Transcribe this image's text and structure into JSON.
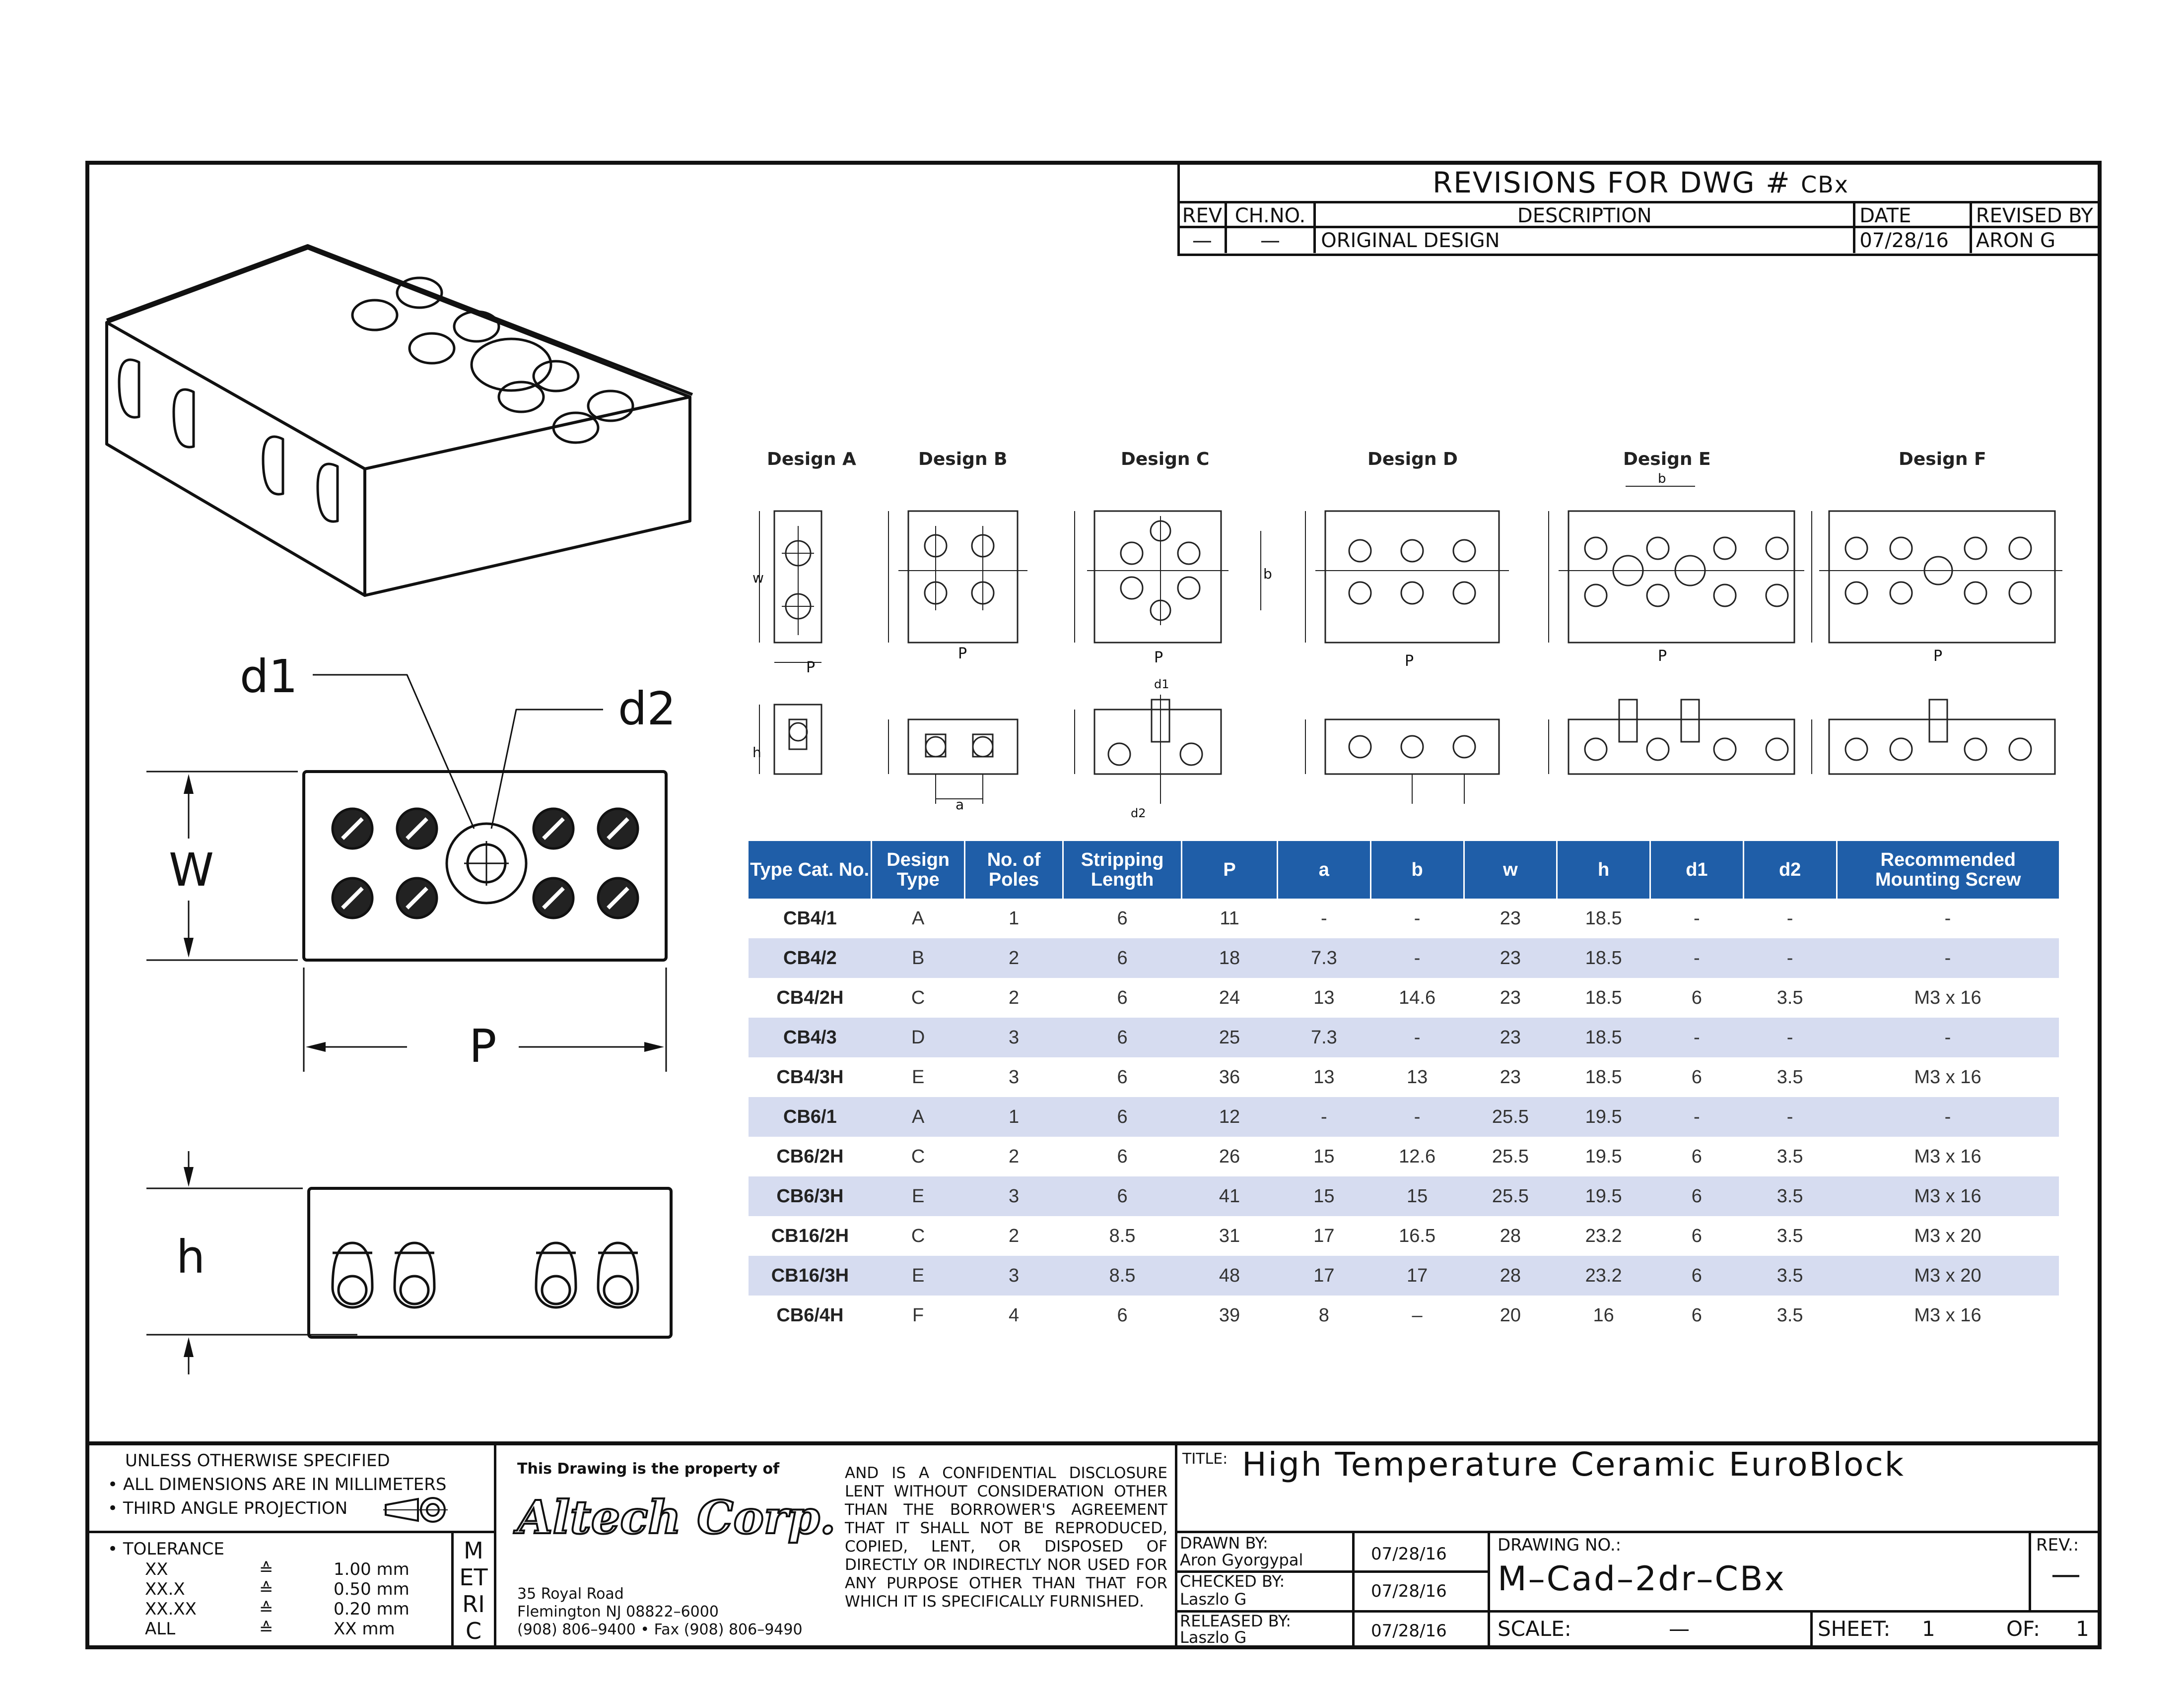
{
  "revisions": {
    "title": "REVISIONS FOR DWG #",
    "dwg": "CBx",
    "headers": {
      "rev": "REV",
      "chno": "CH.NO.",
      "description": "DESCRIPTION",
      "date": "DATE",
      "revised_by": "REVISED BY"
    },
    "row": {
      "rev": "—",
      "chno": "—",
      "description": "ORIGINAL DESIGN",
      "date": "07/28/16",
      "revised_by": "ARON G"
    }
  },
  "dim_labels": {
    "d1": "d1",
    "d2": "d2",
    "w": "W",
    "p": "P",
    "h": "h"
  },
  "designs": [
    "Design A",
    "Design B",
    "Design C",
    "Design D",
    "Design E",
    "Design F"
  ],
  "small_dims": {
    "w": "w",
    "p": "P",
    "h": "h",
    "a": "a",
    "b": "b",
    "d1": "d1",
    "d2": "d2"
  },
  "table": {
    "headers": [
      "Type Cat. No.",
      "Design Type",
      "No. of Poles",
      "Stripping Length",
      "P",
      "a",
      "b",
      "w",
      "h",
      "d1",
      "d2",
      "Recommended Mounting Screw"
    ],
    "rows": [
      [
        "CB4/1",
        "A",
        "1",
        "6",
        "11",
        "-",
        "-",
        "23",
        "18.5",
        "-",
        "-",
        "-"
      ],
      [
        "CB4/2",
        "B",
        "2",
        "6",
        "18",
        "7.3",
        "-",
        "23",
        "18.5",
        "-",
        "-",
        "-"
      ],
      [
        "CB4/2H",
        "C",
        "2",
        "6",
        "24",
        "13",
        "14.6",
        "23",
        "18.5",
        "6",
        "3.5",
        "M3 x 16"
      ],
      [
        "CB4/3",
        "D",
        "3",
        "6",
        "25",
        "7.3",
        "-",
        "23",
        "18.5",
        "-",
        "-",
        "-"
      ],
      [
        "CB4/3H",
        "E",
        "3",
        "6",
        "36",
        "13",
        "13",
        "23",
        "18.5",
        "6",
        "3.5",
        "M3 x 16"
      ],
      [
        "CB6/1",
        "A",
        "1",
        "6",
        "12",
        "-",
        "-",
        "25.5",
        "19.5",
        "-",
        "-",
        "-"
      ],
      [
        "CB6/2H",
        "C",
        "2",
        "6",
        "26",
        "15",
        "12.6",
        "25.5",
        "19.5",
        "6",
        "3.5",
        "M3 x 16"
      ],
      [
        "CB6/3H",
        "E",
        "3",
        "6",
        "41",
        "15",
        "15",
        "25.5",
        "19.5",
        "6",
        "3.5",
        "M3 x 16"
      ],
      [
        "CB16/2H",
        "C",
        "2",
        "8.5",
        "31",
        "17",
        "16.5",
        "28",
        "23.2",
        "6",
        "3.5",
        "M3 x 20"
      ],
      [
        "CB16/3H",
        "E",
        "3",
        "8.5",
        "48",
        "17",
        "17",
        "28",
        "23.2",
        "6",
        "3.5",
        "M3 x 20"
      ],
      [
        "CB6/4H",
        "F",
        "4",
        "6",
        "39",
        "8",
        "–",
        "20",
        "16",
        "6",
        "3.5",
        "M3 x 16"
      ]
    ]
  },
  "title_block": {
    "notes": [
      "UNLESS OTHERWISE SPECIFIED",
      "• ALL DIMENSIONS ARE IN MILLIMETERS",
      "• THIRD ANGLE PROJECTION"
    ],
    "tolerance_label": "• TOLERANCE",
    "tolerances": [
      [
        "XX",
        "≙",
        "1.00 mm"
      ],
      [
        "XX.X",
        "≙",
        "0.50 mm"
      ],
      [
        "XX.XX",
        "≙",
        "0.20 mm"
      ],
      [
        "ALL",
        "≙",
        "XX mm"
      ]
    ],
    "metric": "METRIC",
    "property": "This Drawing is the property of",
    "company": "Altech Corp.",
    "address1": "35 Royal Road",
    "address2": "Flemington NJ 08822–6000",
    "address3": "(908) 806–9400 • Fax (908) 806–9490",
    "disclosure": "AND IS A CONFIDENTIAL DISCLOSURE LENT WITHOUT CONSIDERATION OTHER THAN THE BORROWER'S AGREEMENT THAT IT SHALL NOT BE REPRODUCED, COPIED, LENT, OR DISPOSED OF DIRECTLY OR INDIRECTLY NOR USED FOR ANY PURPOSE OTHER THAN THAT FOR WHICH IT IS SPECIFICALLY FURNISHED.",
    "title_label": "TITLE:",
    "title": "High Temperature Ceramic EuroBlock",
    "drawn_by_label": "DRAWN BY:",
    "drawn_by": "Aron Gyorgypal",
    "drawn_date": "07/28/16",
    "checked_by_label": "CHECKED BY:",
    "checked_by": "Laszlo G",
    "checked_date": "07/28/16",
    "released_by_label": "RELEASED BY:",
    "released_by": "Laszlo G",
    "released_date": "07/28/16",
    "drawing_no_label": "DRAWING NO.:",
    "drawing_no": "M–Cad–2dr–CBx",
    "rev_label": "REV.:",
    "rev": "—",
    "scale_label": "SCALE:",
    "scale": "—",
    "sheet_label": "SHEET:",
    "sheet": "1",
    "of_label": "OF:",
    "of": "1"
  }
}
